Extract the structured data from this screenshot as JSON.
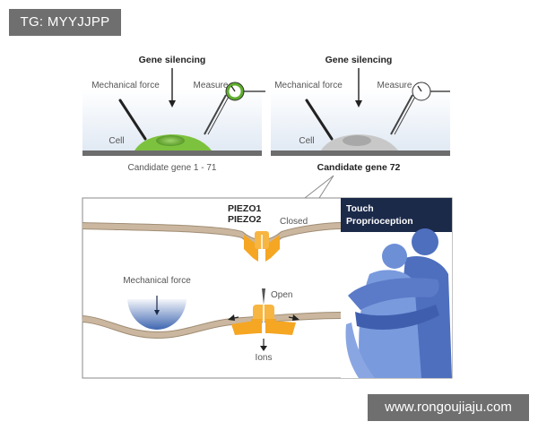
{
  "watermark_top": "TG: MYYJJPP",
  "watermark_bottom": "www.rongoujiaju.com",
  "panels": [
    {
      "title": "Gene silencing",
      "force_label": "Mechanical force",
      "measure_label": "Measure",
      "cell_label": "Cell",
      "caption": "Candidate gene 1 - 71",
      "cell_color": "#7dc23f",
      "gauge_color": "#5fae2e"
    },
    {
      "title": "Gene silencing",
      "force_label": "Mechanical force",
      "measure_label": "Measure",
      "cell_label": "Cell",
      "caption": "Candidate gene 72",
      "cell_color": "#c8c8c8",
      "gauge_color": "#ffffff"
    }
  ],
  "detail": {
    "piezo1": "PIEZO1",
    "piezo2": "PIEZO2",
    "closed": "Closed",
    "open": "Open",
    "force_label": "Mechanical force",
    "ions": "Ions",
    "banner_line1": "Touch",
    "banner_line2": "Proprioception"
  },
  "colors": {
    "channel": "#f5a623",
    "banner": "#1c2a4a",
    "membrane": "#cbb79f",
    "frame": "#8a8a8a"
  }
}
